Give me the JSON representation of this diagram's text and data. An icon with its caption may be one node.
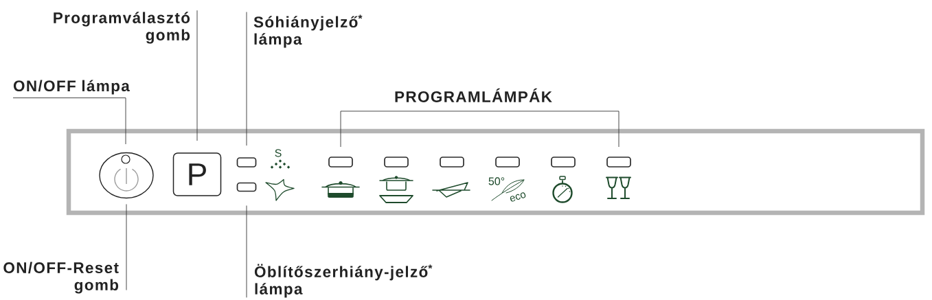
{
  "diagram": {
    "nodes": [
      {
        "text": [
          "ON/OFF lámpa"
        ]
      },
      {
        "text": [
          "Programválasztó gomb"
        ]
      },
      {
        "text": [
          "Sóhiányjelző$^{*}$ lámpa"
        ]
      },
      {
        "text": [
          "PROGRAMLÁMPÁK"
        ]
      },
      {
        "text": [],
        "shape": "box"
      },
      {
        "text": [],
        "shape": "circle",
        "in": 4
      },
      {
        "text": [],
        "shape": "circle",
        "in": 5
      },
      {
        "text": [
          "P"
        ],
        "in": 4
      },
      {
        "text": [],
        "shape": "box",
        "in": 4
      },
      {
        "text": [],
        "shape": "box",
        "in": 4
      },
      {
        "text": [],
        "shape": "box",
        "in": 4
      },
      {
        "text": [],
        "shape": "box",
        "in": 4
      },
      {
        "text": [],
        "shape": "box",
        "in": 4
      },
      {
        "text": [],
        "shape": "box",
        "in": 4
      },
      {
        "text": [],
        "shape": "box",
        "in": 4
      },
      {
        "text": [],
        "shape": "box",
        "in": 4
      },
      {
        "text": [
          "ON/OFF-Reset gomb"
        ]
      },
      {
        "text": [
          "Öblítőszerhiány-jelző$^{*}$ lámpa"
        ]
      }
    ],
    "edges": [
      {
        "from": 0,
        "to": 6,
        "arrow": "none"
      },
      {
        "from": 1,
        "to": 7,
        "arrow": "none"
      },
      {
        "from": 2,
        "to": 8,
        "arrow": "none"
      },
      {
        "from": 3,
        "to": 10,
        "arrow": "none"
      },
      {
        "from": 3,
        "to": 15,
        "arrow": "none"
      },
      {
        "from": 16,
        "to": 5,
        "arrow": "none"
      },
      {
        "from": 17,
        "to": 9,
        "arrow": "none"
      }
    ],
    "labels": [
      "S",
      "50°",
      "eco"
    ]
  }
}
